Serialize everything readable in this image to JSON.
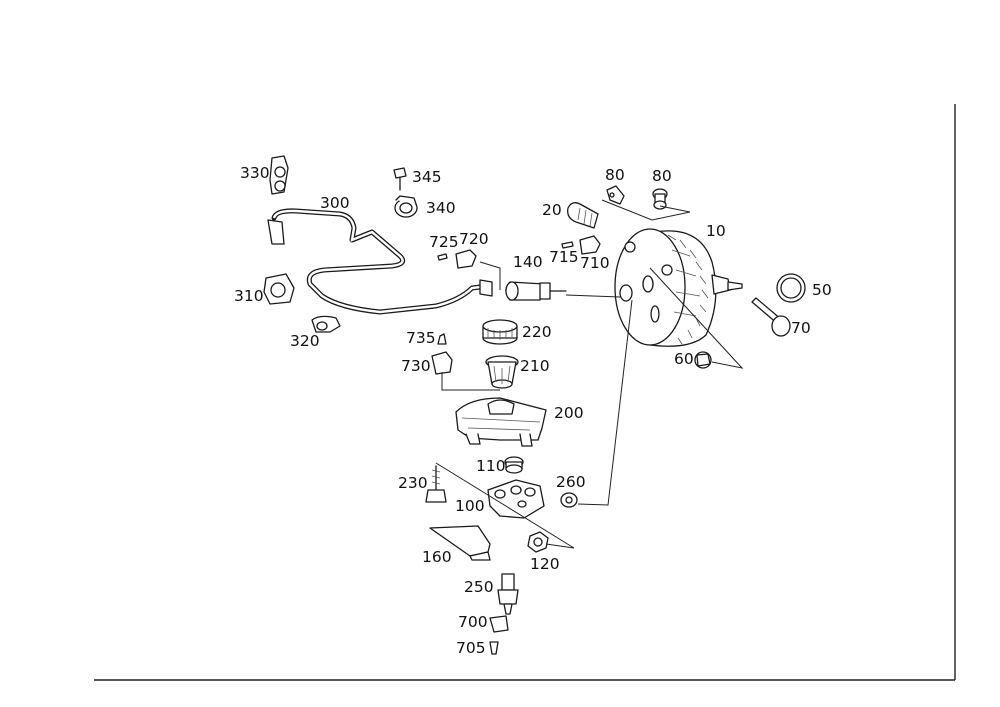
{
  "labels": {
    "p10": "10",
    "p20": "20",
    "p50": "50",
    "p60": "60",
    "p70": "70",
    "p80a": "80",
    "p80b": "80",
    "p100": "100",
    "p110": "110",
    "p120": "120",
    "p140": "140",
    "p160": "160",
    "p200": "200",
    "p210": "210",
    "p220": "220",
    "p230": "230",
    "p250": "250",
    "p260": "260",
    "p300": "300",
    "p310": "310",
    "p320": "320",
    "p330": "330",
    "p340": "340",
    "p345": "345",
    "p700": "700",
    "p705": "705",
    "p710": "710",
    "p715": "715",
    "p720": "720",
    "p725": "725",
    "p730": "730",
    "p735": "735"
  }
}
